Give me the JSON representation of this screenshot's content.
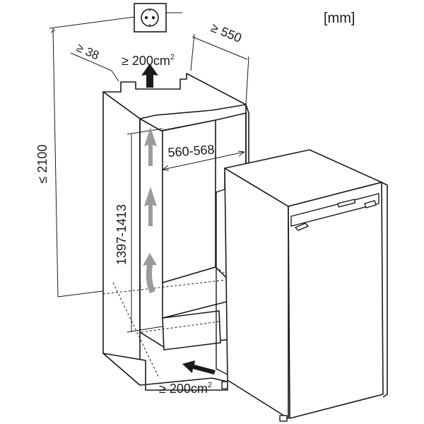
{
  "units_label": "[mm]",
  "dimensions": {
    "height_max": "≤ 2100",
    "depth_min": "≥ 550",
    "clearance_min": "≥ 38",
    "niche_width": "560-568",
    "appliance_height": "1397-1413"
  },
  "ventilation": {
    "top_label": "≥ 200cm",
    "bottom_label": "≥ 200cm",
    "exponent": "2"
  },
  "colors": {
    "line": "#1a1a1a",
    "airflow_arrow": "#9b9b9b",
    "panel_fill": "#ffffff",
    "accent_dark": "#1a1a1a"
  },
  "icons": [
    "power-socket-icon",
    "airflow-arrow-icon",
    "ventilation-arrow-icon"
  ]
}
